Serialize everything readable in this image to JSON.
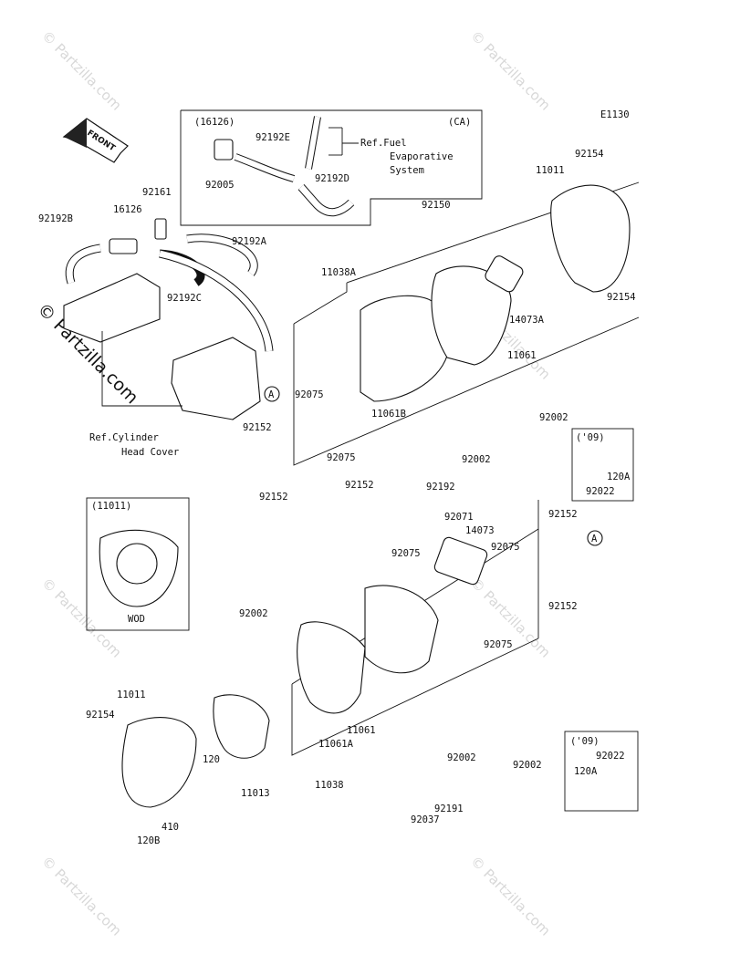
{
  "diagram_code": "E1130",
  "front_label": "FRONT",
  "watermark": "© Partzilla.com",
  "watermark_side": "© Partzilla.com",
  "inset_ca": {
    "title": "(16126)",
    "variant": "(CA)",
    "ref_line1": "Ref.Fuel",
    "ref_line2": "Evaporative",
    "ref_line3": "System"
  },
  "ref_cylinder": {
    "line1": "Ref.Cylinder",
    "line2": "Head Cover"
  },
  "inset_wod": {
    "title": "(11011)",
    "caption": "WOD"
  },
  "inset_09_top": {
    "title": "('09)"
  },
  "inset_09_bottom": {
    "title": "('09)"
  },
  "callout_letter": "A",
  "parts": {
    "p16126a": "(16126)",
    "p92192e": "92192E",
    "p92005": "92005",
    "p92192d": "92192D",
    "p92161": "92161",
    "p16126": "16126",
    "p92192b": "92192B",
    "p92192a": "92192A",
    "p92192c": "92192C",
    "p11011_top": "11011",
    "p92154_top": "92154",
    "p92154_top2": "92154",
    "p92150": "92150",
    "p11038a": "11038A",
    "p14073a": "14073A",
    "p11061": "11061",
    "p92075_a": "92075",
    "p11061b": "11061B",
    "p92152_a": "92152",
    "p92075_b": "92075",
    "p92152_b": "92152",
    "p92002_a": "92002",
    "p92002_b": "92002",
    "p120a_top": "120A",
    "p92022_top": "92022",
    "p92192": "92192",
    "p92152_c": "92152",
    "p92071": "92071",
    "p14073": "14073",
    "p92152_d": "92152",
    "p92075_c": "92075",
    "p92075_d": "92075",
    "p92002_c": "92002",
    "p92152_e": "92152",
    "p92075_e": "92075",
    "p11011_bot": "11011",
    "p92154_bot": "92154",
    "p120": "120",
    "p11013": "11013",
    "p11061_bot": "11061",
    "p11061a": "11061A",
    "p11038": "11038",
    "p92002_d": "92002",
    "p92002_e": "92002",
    "p92037": "92037",
    "p92191": "92191",
    "p410": "410",
    "p120b": "120B",
    "p92022_bot": "92022",
    "p120a_bot": "120A"
  }
}
